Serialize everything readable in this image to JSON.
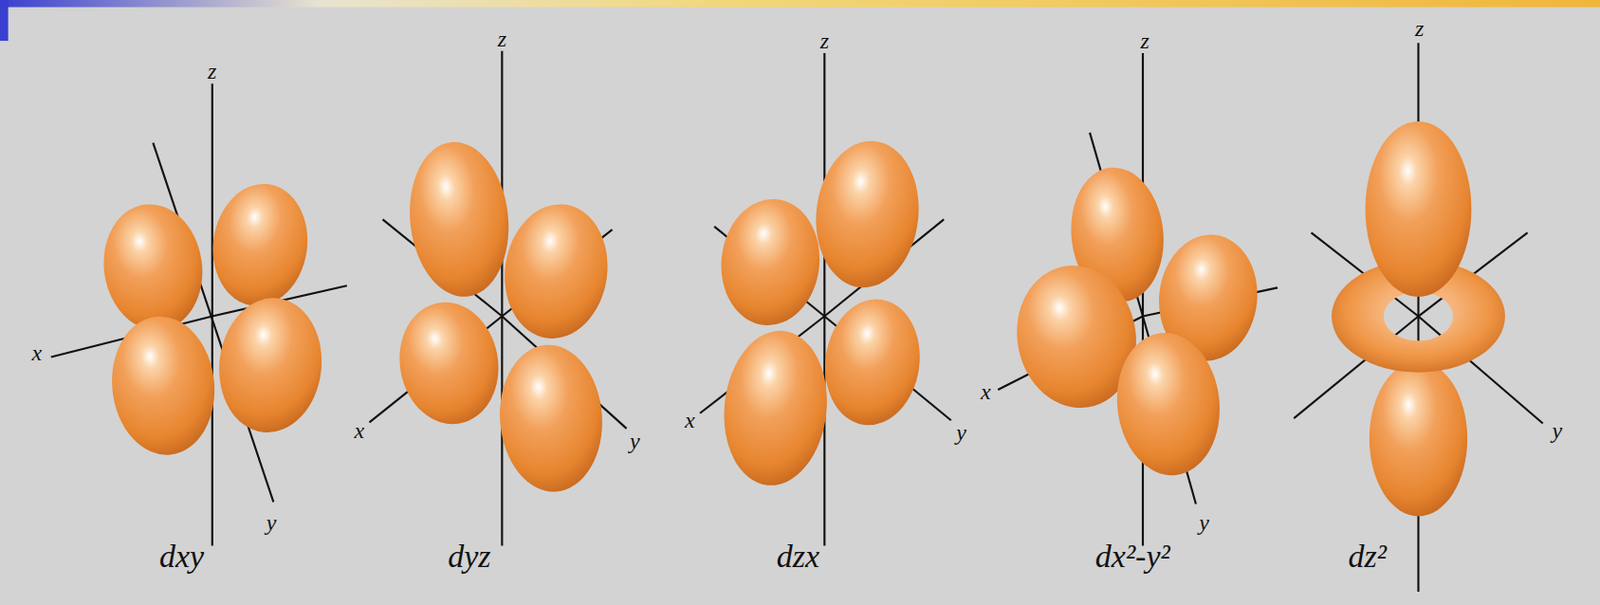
{
  "diagram": {
    "labels": [
      "z",
      "x",
      "y",
      "dxy",
      "z",
      "x",
      "y",
      "dyz",
      "z",
      "x",
      "y",
      "dzx",
      "z",
      "x",
      "y",
      "dx²-y²",
      "z",
      "y",
      "dz²"
    ]
  }
}
